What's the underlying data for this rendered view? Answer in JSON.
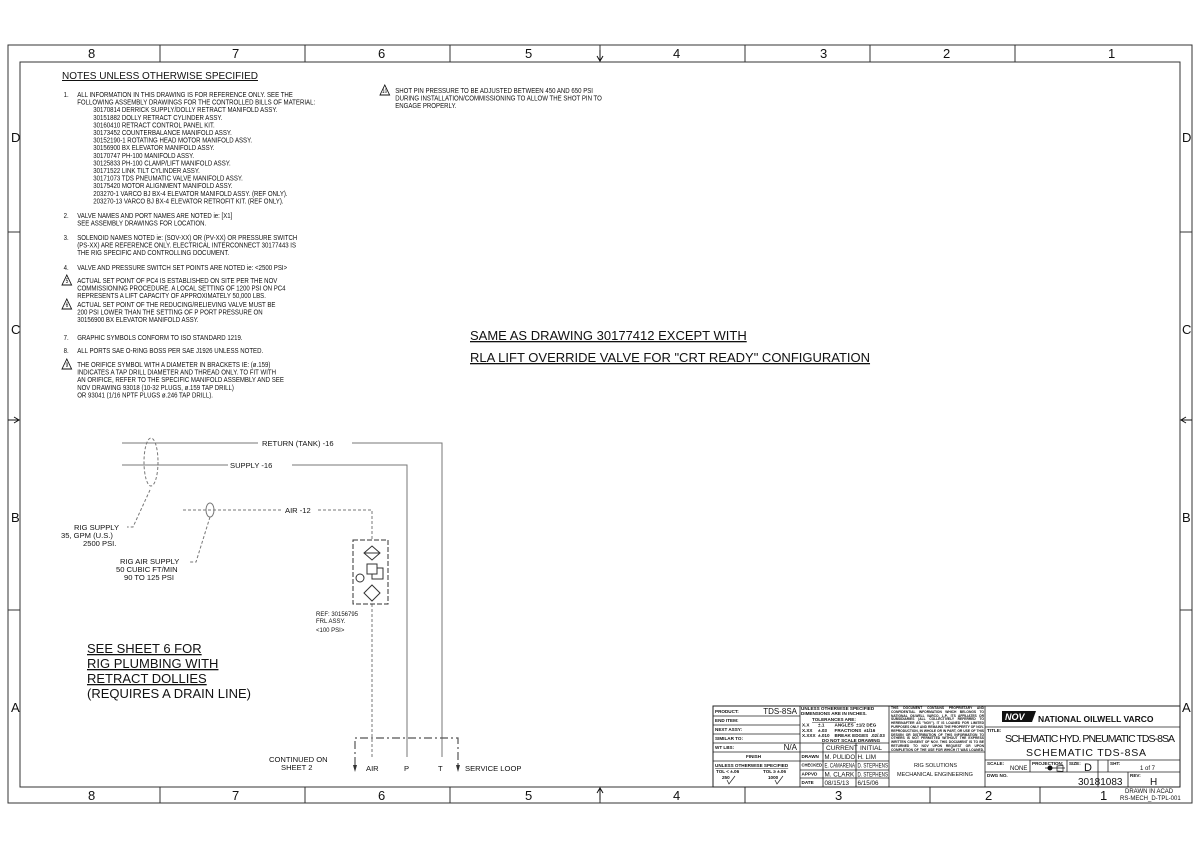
{
  "zones": {
    "top_columns": [
      "8",
      "7",
      "6",
      "5",
      "4",
      "3",
      "2",
      "1"
    ],
    "bottom_columns": [
      "8",
      "7",
      "6",
      "5",
      "4",
      "3",
      "2",
      "1"
    ],
    "rows": [
      "D",
      "C",
      "B",
      "A"
    ]
  },
  "notes": {
    "heading": "NOTES UNLESS OTHERWISE SPECIFIED",
    "items": [
      {
        "num": "1.",
        "flag": false,
        "lines": [
          "ALL INFORMATION IN THIS DRAWING IS FOR REFERENCE ONLY. SEE THE",
          "FOLLOWING ASSEMBLY DRAWINGS FOR THE CONTROLLED BILLS OF MATERIAL:"
        ],
        "sub": [
          "30170814 DERRICK SUPPLY/DOLLY RETRACT MANIFOLD ASSY.",
          "30151882 DOLLY RETRACT CYLINDER ASSY.",
          "30160410 RETRACT CONTROL PANEL KIT.",
          "30173452 COUNTERBALANCE MANIFOLD ASSY.",
          "30152190-1 ROTATING HEAD MOTOR MANIFOLD ASSY.",
          "30156900 BX ELEVATOR MANIFOLD ASSY.",
          "30170747 PH-100 MANIFOLD ASSY.",
          "30125833 PH-100 CLAMP/LIFT MANIFOLD ASSY.",
          "30171522 LINK TILT CYLINDER ASSY.",
          "30171073 TDS PNEUMATIC VALVE MANIFOLD ASSY.",
          "30175420 MOTOR ALIGNMENT MANIFOLD ASSY.",
          "203270-1 VARCO BJ BX-4 ELEVATOR MANIFOLD ASSY. (REF ONLY).",
          "203270-13 VARCO BJ BX-4 ELEVATOR RETROFIT KIT. (REF ONLY)."
        ]
      },
      {
        "num": "2.",
        "flag": false,
        "lines": [
          "VALVE NAMES AND PORT NAMES ARE NOTED ie: [X1]",
          "SEE ASSEMBLY DRAWINGS FOR LOCATION."
        ]
      },
      {
        "num": "3.",
        "flag": false,
        "lines": [
          "SOLENOID NAMES NOTED ie: (SOV-XX) OR (PV-XX) OR PRESSURE SWITCH",
          "(PS-XX) ARE REFERENCE ONLY. ELECTRICAL INTERCONNECT 30177443 IS",
          "THE RIG SPECIFIC AND CONTROLLING DOCUMENT."
        ]
      },
      {
        "num": "4.",
        "flag": false,
        "lines": [
          "VALVE AND PRESSURE SWITCH SET POINTS ARE NOTED ie: <2500 PSI>"
        ]
      },
      {
        "num": "5",
        "flag": true,
        "lines": [
          "ACTUAL SET POINT OF PC4 IS ESTABLISHED ON SITE PER THE NOV",
          "COMMISSIONING PROCEDURE.  A LOCAL SETTING OF 1200 PSI ON PC4",
          "REPRESENTS A LIFT CAPACITY OF APPROXIMATELY 50,000 LBS."
        ]
      },
      {
        "num": "6",
        "flag": true,
        "lines": [
          "ACTUAL SET POINT OF THE REDUCING/RELIEVING VALVE MUST BE",
          "200 PSI LOWER THAN THE SETTING OF P PORT PRESSURE ON",
          "30156900 BX ELEVATOR MANIFOLD ASSY."
        ]
      },
      {
        "num": "7.",
        "flag": false,
        "lines": [
          "GRAPHIC SYMBOLS CONFORM TO ISO STANDARD 1219."
        ]
      },
      {
        "num": "8.",
        "flag": false,
        "lines": [
          "ALL PORTS SAE O-RING BOSS PER SAE J1926 UNLESS NOTED."
        ]
      },
      {
        "num": "9",
        "flag": true,
        "lines": [
          "THE ORIFICE SYMBOL WITH A DIAMETER IN BRACKETS IE: (ø.159)",
          "INDICATES A TAP DRILL DIAMETER AND THREAD ONLY. TO FIT WITH",
          "AN ORIFICE, REFER TO THE SPECIFIC MANIFOLD ASSEMBLY AND SEE",
          "NOV DRAWING 93018 (10-32 PLUGS, ø.159 TAP DRILL)",
          "OR 93041 (1/16 NPTF PLUGS ø.246 TAP DRILL)."
        ]
      },
      {
        "num": "10",
        "flag": true,
        "lines": [
          "SHOT PIN PRESSURE TO BE ADJUSTED BETWEEN 450 AND 650 PSI",
          "DURING INSTALLATION/COMMISSIONING TO ALLOW THE SHOT PIN TO",
          "ENGAGE PROPERLY."
        ]
      }
    ]
  },
  "banner": {
    "line1": "SAME AS DRAWING 30177412 EXCEPT WITH",
    "line2": "RLA LIFT OVERRIDE VALVE FOR \"CRT READY\" CONFIGURATION"
  },
  "sheet_note": {
    "lines": [
      "SEE SHEET 6 FOR",
      "RIG PLUMBING WITH",
      "RETRACT DOLLIES",
      "(REQUIRES A DRAIN LINE)"
    ]
  },
  "schematic": {
    "return_line": "RETURN (TANK) -16",
    "supply_line": "SUPPLY -16",
    "air_line": "AIR -12",
    "rig_supply": [
      "RIG SUPPLY",
      "35, GPM (U.S.)",
      "2500 PSI."
    ],
    "rig_air_supply": [
      "RIG AIR SUPPLY",
      "50 CUBIC FT/MIN",
      "90 TO 125 PSI"
    ],
    "frl": [
      "REF: 30156795",
      "FRL ASSY.",
      "<100 PSI>"
    ],
    "continued": [
      "CONTINUED ON",
      "SHEET 2"
    ],
    "ports": [
      "AIR",
      "P",
      "T"
    ],
    "service_loop": "SERVICE LOOP"
  },
  "title_block": {
    "product_label": "PRODUCT:",
    "product": "TDS-8SA",
    "end_item_label": "END ITEM:",
    "next_assy_label": "NEXT ASSY:",
    "similar_to_label": "SIMILAR TO:",
    "wt_label": "WT LBS:",
    "wt": "N/A",
    "finish_label": "FINISH",
    "tol_heading": "UNLESS OTHERWISE SPECIFIED",
    "tol_lt": "TOL < ±.06",
    "tol_ge": "TOL ≥ ±.06",
    "finish_lt": "250",
    "finish_ge": "1000",
    "dims_heading": "UNLESS OTHERWISE SPECIFIED DIMENSIONS ARE IN INCHES.",
    "tolerances_label": "TOLERANCES ARE:",
    "tol_rows": [
      [
        "X.X",
        "±.1",
        "ANGLES",
        "±1/2 DEG"
      ],
      [
        "X.XX",
        "±.03",
        "FRACTIONS",
        "±1/16"
      ],
      [
        "X.XXX",
        "±.010",
        "BREAK EDGES",
        ".02/.03"
      ]
    ],
    "no_scale": "DO NOT SCALE DRAWING",
    "current": "CURRENT",
    "initial": "INITIAL",
    "rows": [
      [
        "DRAWN",
        "M. PULIDO",
        "H. LIM"
      ],
      [
        "CHECKED",
        "E. CAMARENA",
        "D. STEPHENS"
      ],
      [
        "APPVD",
        "M. CLARK",
        "D. STEPHENS"
      ],
      [
        "DATE",
        "08/15/13",
        "6/15/06"
      ]
    ],
    "legal": "THIS DOCUMENT CONTAINS PROPRIETARY AND CONFIDENTIAL INFORMATION WHICH BELONGS TO NATIONAL OILWELL VARCO, L.P., ITS AFFILIATES OR SUBSIDIARIES (ALL COLLECTIVELY REFERRED TO HEREINAFTER AS \"NOV\"). IT IS LOANED FOR LIMITED PURPOSES ONLY AND REMAINS THE PROPERTY OF NOV. REPRODUCTION, IN WHOLE OR IN PART, OR USE OF THIS DESIGN OR DISTRIBUTION OF THIS INFORMATION TO OTHERS IS NOT PERMITTED WITHOUT THE EXPRESS WRITTEN CONSENT OF NOV. THIS DOCUMENT IS TO BE RETURNED TO NOV UPON REQUEST OR UPON COMPLETION OF THE USE FOR WHICH IT WAS LOANED. THIS DOCUMENT AND THE INFORMATION CONTAINED AND REPRESENTED HEREIN IS THE COPYRIGHTED PROPERTY OF NOV.",
    "dept": [
      "RIG SOLUTIONS",
      "MECHANICAL ENGINEERING"
    ],
    "company": "NATIONAL OILWELL VARCO",
    "logo": "NOV",
    "title_label": "TITLE:",
    "title1": "SCHEMATIC HYD. PNEUMATIC TDS-8SA",
    "title2": "SCHEMATIC TDS-8SA",
    "scale_label": "SCALE:",
    "scale": "NONE",
    "projection_label": "PROJECTION:",
    "size_label": "SIZE:",
    "size": "D",
    "sheet_label": "SHT:",
    "sheet": "1 of 7",
    "dwg_label": "DWG NO.",
    "dwg_no": "30181083",
    "rev_label": "REV:",
    "rev": "H",
    "drawn_in": "DRAWN IN ACAD",
    "template": "RS-MECH_D-TPL-001"
  }
}
